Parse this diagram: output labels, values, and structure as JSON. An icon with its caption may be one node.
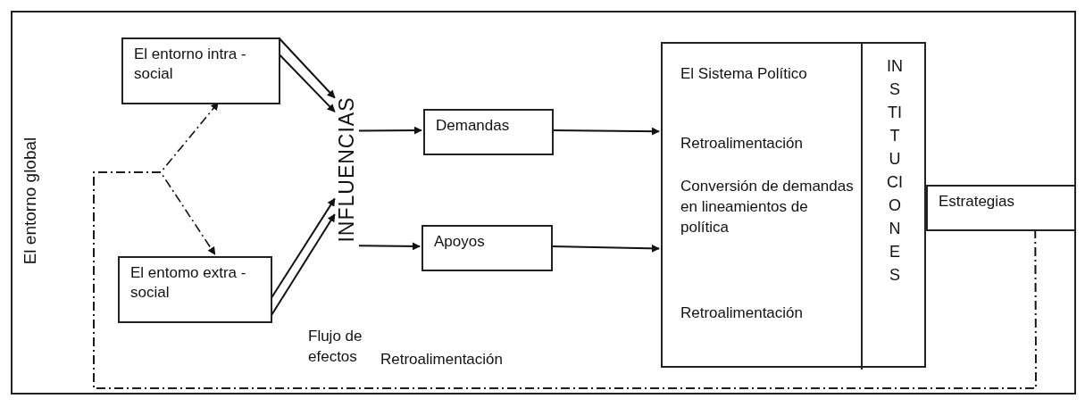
{
  "diagram": {
    "nodes": [
      {
        "text": [
          "El entorno global"
        ]
      },
      {
        "text": [
          "El entorno intra - social"
        ],
        "in": 0
      },
      {
        "text": [
          "El entomo extra - social"
        ],
        "in": 0
      },
      {
        "text": [
          "INFLUENCIAS"
        ],
        "in": 0
      },
      {
        "text": [
          "Demandas"
        ],
        "in": 0
      },
      {
        "text": [
          "Apoyos"
        ],
        "in": 0
      },
      {
        "text": [
          "El Sistema Político",
          "Retroalimentación",
          "Conversión de demandas en lineamientos de política",
          "Retroalimentación"
        ],
        "in": 0
      },
      {
        "text": [
          "INSTITUCIONES"
        ],
        "in": 6
      },
      {
        "text": [
          "Estrategias"
        ],
        "in": 0
      }
    ],
    "edges": [
      {
        "from": 1,
        "to": 3,
        "arrow": "to"
      },
      {
        "from": 1,
        "to": 3,
        "arrow": "to"
      },
      {
        "from": 2,
        "to": 3,
        "arrow": "to"
      },
      {
        "from": 2,
        "to": 3,
        "arrow": "to"
      },
      {
        "from": 3,
        "to": 4,
        "arrow": "to"
      },
      {
        "from": 3,
        "to": 5,
        "arrow": "to"
      },
      {
        "from": 4,
        "to": 6,
        "arrow": "to"
      },
      {
        "from": 5,
        "to": 6,
        "arrow": "to"
      },
      {
        "from": 8,
        "to": 1,
        "arrow": "to",
        "style": "dashed",
        "label": "Retroalimentación"
      },
      {
        "from": 8,
        "to": 2,
        "arrow": "to",
        "style": "dashed"
      }
    ],
    "labels": [
      "Flujo de efectos"
    ]
  }
}
